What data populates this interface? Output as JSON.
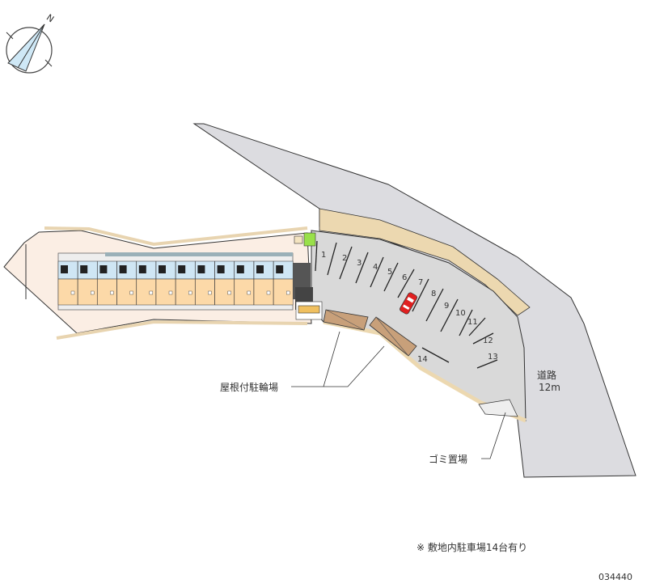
{
  "compass": {
    "north_label": "N"
  },
  "labels": {
    "bicycle_parking": "屋根付駐輪場",
    "garbage_area": "ゴミ置場",
    "road_name": "道路",
    "road_width": "12m"
  },
  "parking_spaces": [
    "1",
    "2",
    "3",
    "4",
    "5",
    "6",
    "7",
    "8",
    "9",
    "10",
    "11",
    "12",
    "13",
    "14"
  ],
  "note": "※ 敷地内駐車場14台有り",
  "code": "034440",
  "units_count": 12,
  "colors": {
    "road": "#dcdce0",
    "lot": "#d9d9d9",
    "site": "#fbeee4",
    "strip": "#ecd8b0",
    "unit": "#fcd9a8",
    "car": "#e02020"
  }
}
